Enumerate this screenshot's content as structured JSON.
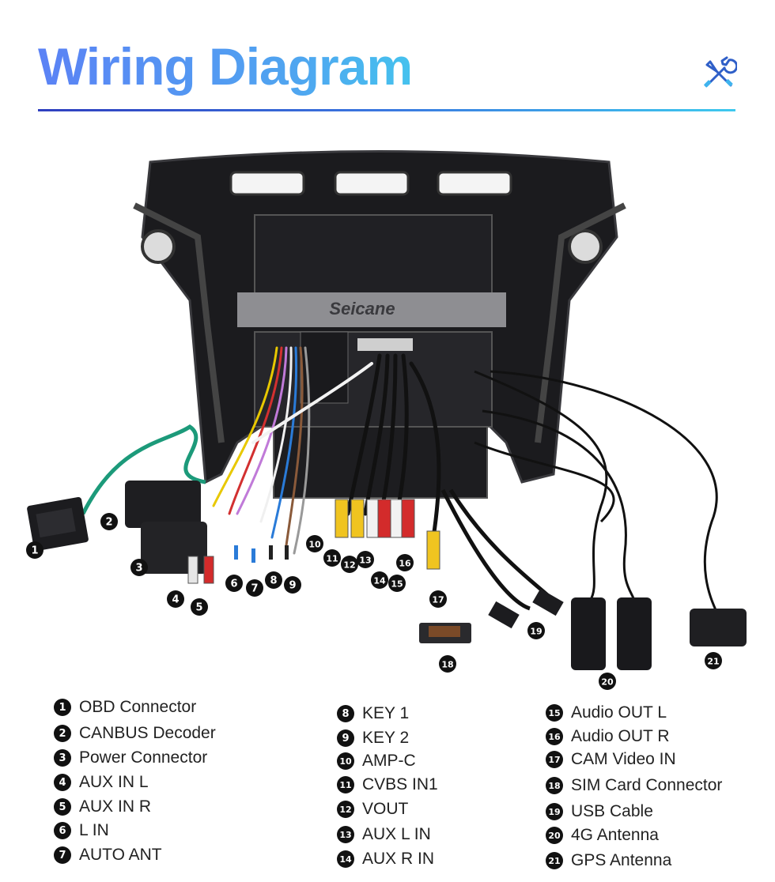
{
  "title": "Wiring Diagram",
  "brand": "Seicane",
  "colors": {
    "title_start": "#5b82f5",
    "title_end": "#45c2ee",
    "rule": "#3a78e0",
    "unit": "#141416",
    "callout": "#111111"
  },
  "icon": "wrench-screwdriver-icon",
  "callouts": [
    "1",
    "2",
    "3",
    "4",
    "5",
    "6",
    "7",
    "8",
    "9",
    "10",
    "11",
    "12",
    "13",
    "14",
    "15",
    "16",
    "17",
    "18",
    "19",
    "20",
    "21"
  ],
  "legend": [
    {
      "num": "1",
      "label": "OBD Connector"
    },
    {
      "num": "2",
      "label": "CANBUS Decoder"
    },
    {
      "num": "3",
      "label": "Power Connector"
    },
    {
      "num": "4",
      "label": "AUX IN L"
    },
    {
      "num": "5",
      "label": "AUX IN R"
    },
    {
      "num": "6",
      "label": "L IN"
    },
    {
      "num": "7",
      "label": "AUTO ANT"
    },
    {
      "num": "8",
      "label": "KEY 1"
    },
    {
      "num": "9",
      "label": "KEY 2"
    },
    {
      "num": "10",
      "label": "AMP-C"
    },
    {
      "num": "11",
      "label": "CVBS IN1"
    },
    {
      "num": "12",
      "label": "VOUT"
    },
    {
      "num": "13",
      "label": "AUX L IN"
    },
    {
      "num": "14",
      "label": "AUX R IN"
    },
    {
      "num": "15",
      "label": "Audio OUT L"
    },
    {
      "num": "16",
      "label": "Audio OUT R"
    },
    {
      "num": "17",
      "label": "CAM Video IN"
    },
    {
      "num": "18",
      "label": "SIM Card Connector"
    },
    {
      "num": "19",
      "label": "USB Cable"
    },
    {
      "num": "20",
      "label": "4G Antenna"
    },
    {
      "num": "21",
      "label": "GPS Antenna"
    }
  ]
}
